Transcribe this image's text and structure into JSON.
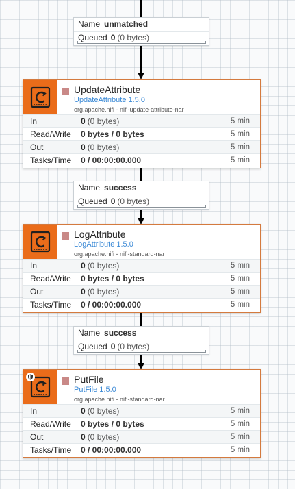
{
  "connections": [
    {
      "name_key": "Name",
      "name": "unmatched",
      "queued_key": "Queued",
      "queued_count": "0",
      "queued_bytes": "(0 bytes)"
    },
    {
      "name_key": "Name",
      "name": "success",
      "queued_key": "Queued",
      "queued_count": "0",
      "queued_bytes": "(0 bytes)"
    },
    {
      "name_key": "Name",
      "name": "success",
      "queued_key": "Queued",
      "queued_count": "0",
      "queued_bytes": "(0 bytes)"
    }
  ],
  "processors": [
    {
      "name": "UpdateAttribute",
      "type": "UpdateAttribute 1.5.0",
      "bundle": "org.apache.nifi - nifi-update-attribute-nar",
      "stats": {
        "in_key": "In",
        "in_count": "0",
        "in_bytes": "(0 bytes)",
        "in_time": "5 min",
        "rw_key": "Read/Write",
        "rw_value": "0 bytes / 0 bytes",
        "rw_time": "5 min",
        "out_key": "Out",
        "out_count": "0",
        "out_bytes": "(0 bytes)",
        "out_time": "5 min",
        "tasks_key": "Tasks/Time",
        "tasks_value": "0 / 00:00:00.000",
        "tasks_time": "5 min"
      }
    },
    {
      "name": "LogAttribute",
      "type": "LogAttribute 1.5.0",
      "bundle": "org.apache.nifi - nifi-standard-nar",
      "stats": {
        "in_key": "In",
        "in_count": "0",
        "in_bytes": "(0 bytes)",
        "in_time": "5 min",
        "rw_key": "Read/Write",
        "rw_value": "0 bytes / 0 bytes",
        "rw_time": "5 min",
        "out_key": "Out",
        "out_count": "0",
        "out_bytes": "(0 bytes)",
        "out_time": "5 min",
        "tasks_key": "Tasks/Time",
        "tasks_value": "0 / 00:00:00.000",
        "tasks_time": "5 min"
      }
    },
    {
      "name": "PutFile",
      "type": "PutFile 1.5.0",
      "bundle": "org.apache.nifi - nifi-standard-nar",
      "stats": {
        "in_key": "In",
        "in_count": "0",
        "in_bytes": "(0 bytes)",
        "in_time": "5 min",
        "rw_key": "Read/Write",
        "rw_value": "0 bytes / 0 bytes",
        "rw_time": "5 min",
        "out_key": "Out",
        "out_count": "0",
        "out_bytes": "(0 bytes)",
        "out_time": "5 min",
        "tasks_key": "Tasks/Time",
        "tasks_value": "0 / 00:00:00.000",
        "tasks_time": "5 min"
      }
    }
  ],
  "icons": {
    "processor": "processor-icon",
    "run_status": "stopped-status-icon",
    "restricted": "restricted-shield-icon"
  },
  "colors": {
    "processor_icon_bg": "#ea6c1a",
    "processor_border": "#d47a3e",
    "stopped_status": "#c98987",
    "type_link": "#3c8ad6"
  }
}
